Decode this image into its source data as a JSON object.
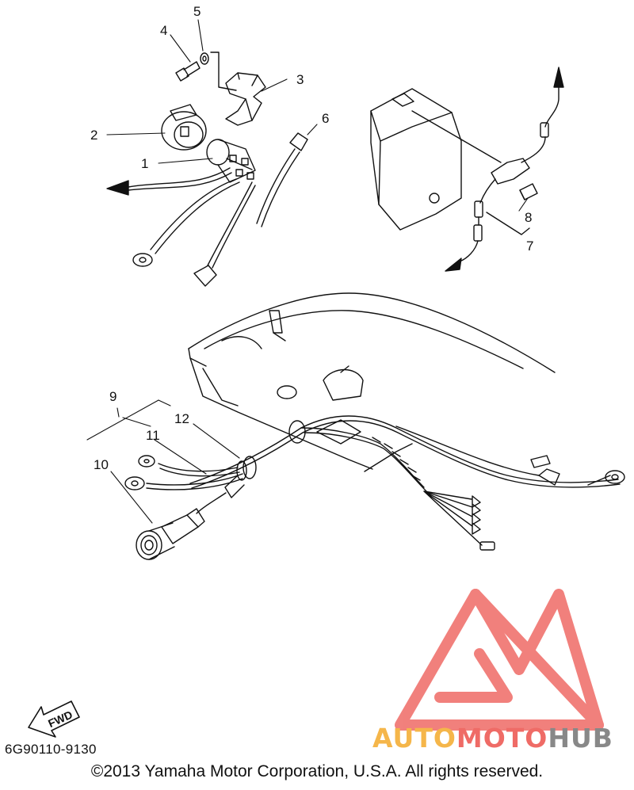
{
  "callouts": [
    "1",
    "2",
    "3",
    "4",
    "5",
    "6",
    "7",
    "8",
    "9",
    "10",
    "11",
    "12"
  ],
  "fwd_label": "FWD",
  "part_code": "6G90110-9130",
  "copyright": "©2013 Yamaha Motor Corporation, U.S.A. All rights reserved.",
  "watermark": {
    "text_part1": "AUTO",
    "text_part2": "MOTO",
    "text_part3": "HUB",
    "colors": {
      "auto": "#f5b64a",
      "moto": "#ef6b66",
      "hub": "#888888",
      "logo": "#ef6b66"
    }
  }
}
